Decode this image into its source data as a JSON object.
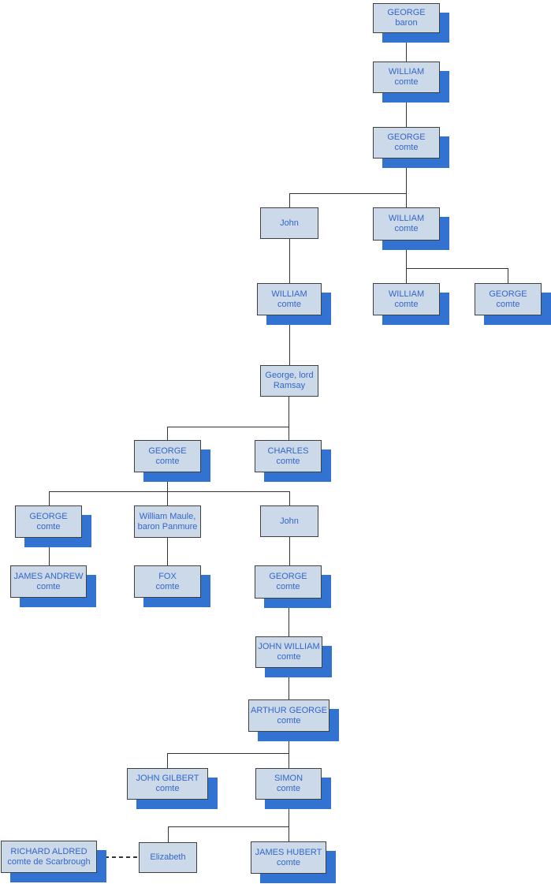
{
  "diagram": {
    "type": "family-tree",
    "colors": {
      "box_fill": "#ccd9e8",
      "box_border": "#3f3f3f",
      "box_shadow": "#3273d1",
      "text": "#3366cc",
      "connector": "#333333",
      "background": "#ffffff"
    }
  },
  "nodes": {
    "george_baron": {
      "name": "GEORGE",
      "title": "baron"
    },
    "william_comte_1": {
      "name": "WILLIAM",
      "title": "comte"
    },
    "george_comte_1": {
      "name": "GEORGE",
      "title": "comte"
    },
    "john_1": {
      "name": "John"
    },
    "william_comte_2": {
      "name": "WILLIAM",
      "title": "comte"
    },
    "william_comte_3": {
      "name": "WILLIAM",
      "title": "comte"
    },
    "william_comte_4": {
      "name": "WILLIAM",
      "title": "comte"
    },
    "george_comte_2": {
      "name": "GEORGE",
      "title": "comte"
    },
    "george_lord_ramsay": {
      "name": "George, lord",
      "title": "Ramsay"
    },
    "george_comte_3": {
      "name": "GEORGE",
      "title": "comte"
    },
    "charles_comte": {
      "name": "CHARLES",
      "title": "comte"
    },
    "george_comte_4": {
      "name": "GEORGE",
      "title": "comte"
    },
    "william_maule": {
      "name": "William Maule,",
      "title": "baron Panmure"
    },
    "john_2": {
      "name": "John"
    },
    "james_andrew": {
      "name": "JAMES ANDREW",
      "title": "comte"
    },
    "fox": {
      "name": "FOX",
      "title": "comte"
    },
    "george_comte_5": {
      "name": "GEORGE",
      "title": "comte"
    },
    "john_william": {
      "name": "JOHN WILLIAM",
      "title": "comte"
    },
    "arthur_george": {
      "name": "ARTHUR GEORGE",
      "title": "comte"
    },
    "john_gilbert": {
      "name": "JOHN GILBERT",
      "title": "comte"
    },
    "simon": {
      "name": "SIMON",
      "title": "comte"
    },
    "richard_aldred": {
      "name": "RICHARD ALDRED",
      "title": "comte de Scarbrough"
    },
    "elizabeth": {
      "name": "Elizabeth"
    },
    "james_hubert": {
      "name": "JAMES HUBERT",
      "title": "comte"
    }
  },
  "edges": [
    [
      "george_baron",
      "william_comte_1"
    ],
    [
      "william_comte_1",
      "george_comte_1"
    ],
    [
      "george_comte_1",
      "john_1"
    ],
    [
      "george_comte_1",
      "william_comte_2"
    ],
    [
      "john_1",
      "william_comte_3"
    ],
    [
      "william_comte_2",
      "william_comte_4"
    ],
    [
      "william_comte_2",
      "george_comte_2"
    ],
    [
      "william_comte_3",
      "george_lord_ramsay"
    ],
    [
      "george_lord_ramsay",
      "george_comte_3"
    ],
    [
      "george_lord_ramsay",
      "charles_comte"
    ],
    [
      "george_comte_3",
      "george_comte_4"
    ],
    [
      "george_comte_3",
      "william_maule"
    ],
    [
      "george_comte_3",
      "john_2"
    ],
    [
      "george_comte_4",
      "james_andrew"
    ],
    [
      "william_maule",
      "fox"
    ],
    [
      "john_2",
      "george_comte_5"
    ],
    [
      "george_comte_5",
      "john_william"
    ],
    [
      "john_william",
      "arthur_george"
    ],
    [
      "arthur_george",
      "john_gilbert"
    ],
    [
      "arthur_george",
      "simon"
    ],
    [
      "simon",
      "elizabeth"
    ],
    [
      "simon",
      "james_hubert"
    ],
    [
      "richard_aldred",
      "elizabeth",
      "marriage-dashed"
    ]
  ]
}
